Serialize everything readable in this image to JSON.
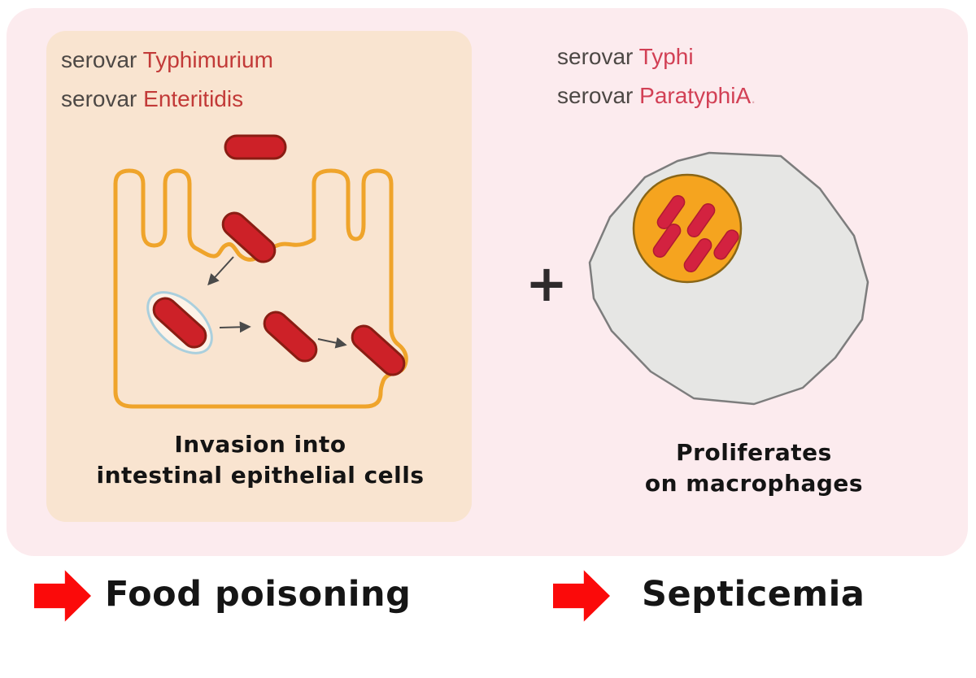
{
  "colors": {
    "background": "#ffffff",
    "pink_panel": "#fcebee",
    "peach_panel": "#f9e4d0",
    "bacteria_red": "#cd2128",
    "bacteria_red_border": "#8a1d13",
    "membrane_orange": "#efa42b",
    "macrophage_gray": "#e6e6e4",
    "macrophage_border": "#7d7d7d",
    "phagosome_orange": "#f5a41f",
    "phagosome_border": "#8a6616",
    "rod_crimson": "#d32240",
    "rod_crimson_border": "#b01a32",
    "vesicle_blue": "#aacfdd",
    "arrow_red": "#fb0a0a",
    "serovar_label": "#4d4845",
    "serovar_name_left": "#c23a38",
    "serovar_name_right": "#d24055",
    "caption_text": "#141414",
    "thin_arrow": "#4a4a4a"
  },
  "left_panel": {
    "serovars": [
      {
        "prefix": "serovar",
        "name": "Typhimurium"
      },
      {
        "prefix": "serovar",
        "name": "Enteritidis"
      }
    ],
    "caption_line1": "Invasion into",
    "caption_line2": "intestinal epithelial cells",
    "outcome": "Food poisoning"
  },
  "right_panel": {
    "serovars": [
      {
        "prefix": "serovar",
        "name": "Typhi"
      },
      {
        "prefix": "serovar",
        "name": "ParatyphiA",
        "suffix": "."
      }
    ],
    "plus_sign": "+",
    "caption_line1": "Proliferates",
    "caption_line2": "on macrophages",
    "outcome": "Septicemia"
  }
}
